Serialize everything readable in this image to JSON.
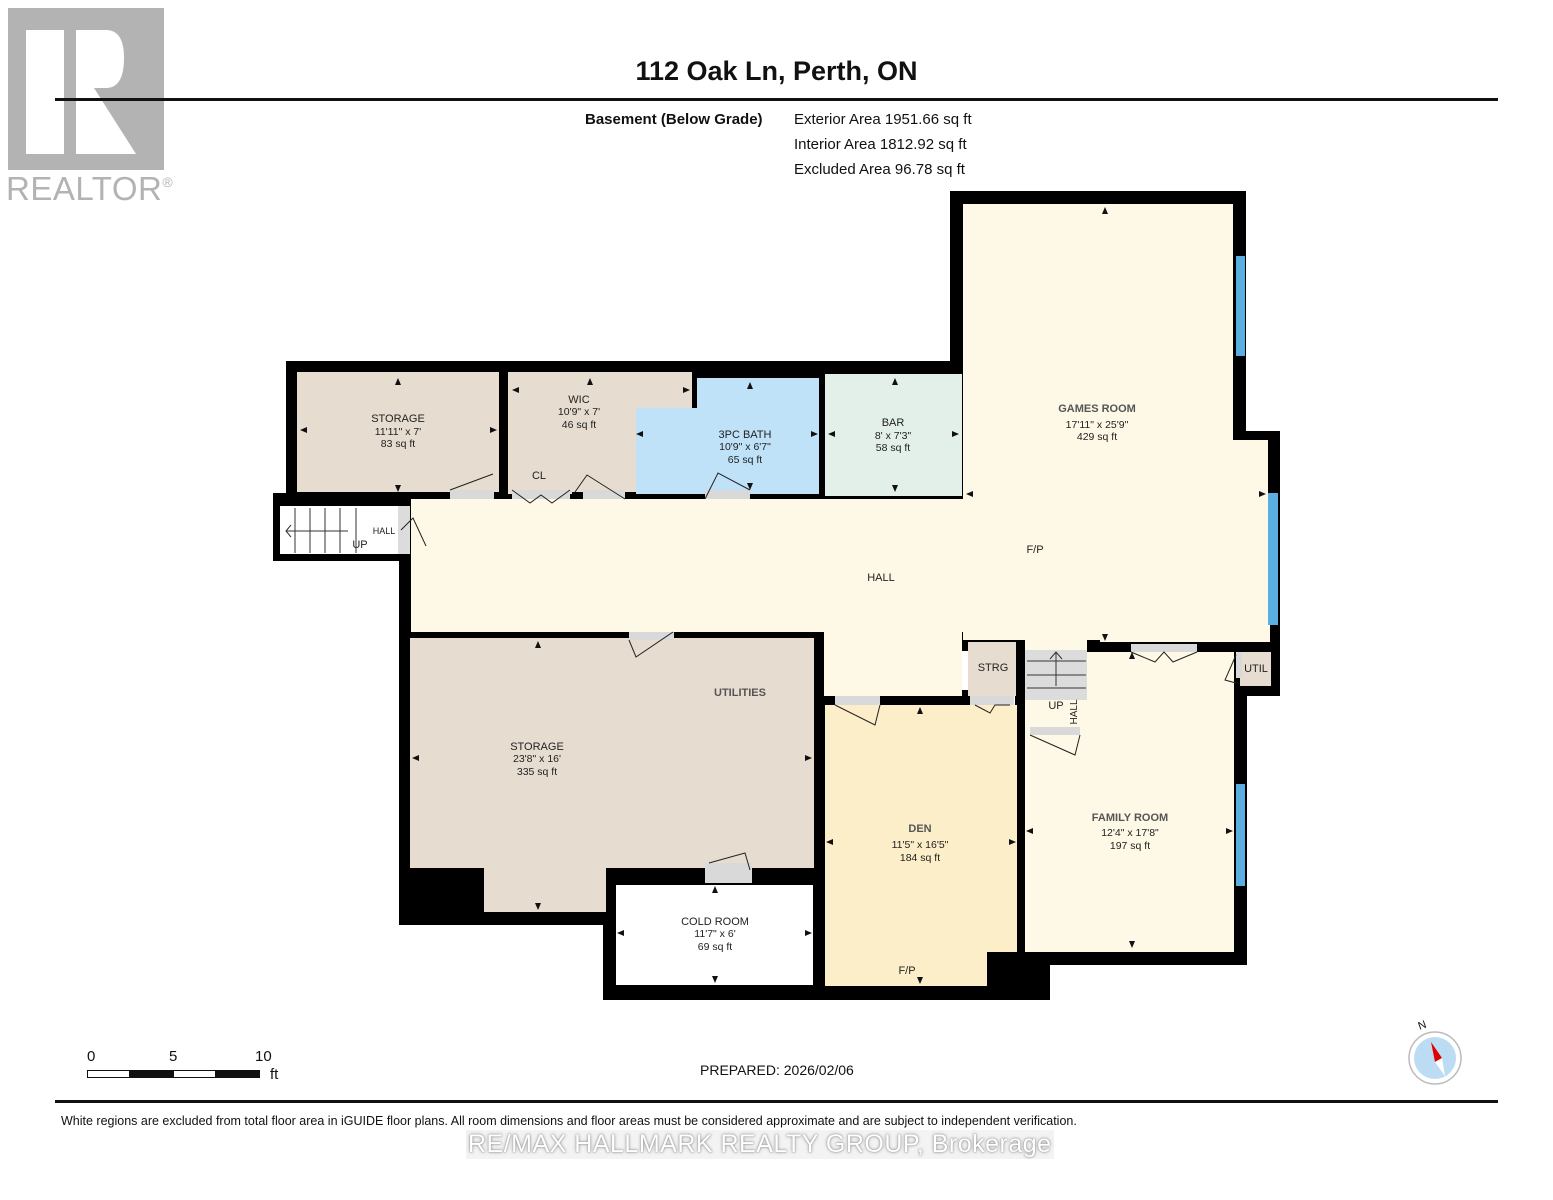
{
  "logo": {
    "brand": "REALTOR",
    "mark": "®",
    "icon": "realtor-r-logo"
  },
  "header": {
    "title": "112 Oak Ln, Perth, ON",
    "level_name": "Basement (Below Grade)",
    "areas": [
      "Exterior Area 1951.66 sq ft",
      "Interior Area 1812.92 sq ft",
      "Excluded Area 96.78 sq ft"
    ]
  },
  "rooms": {
    "storage_small": {
      "name": "STORAGE",
      "dims": "11'11\" x 7'",
      "area": "83 sq ft"
    },
    "wic": {
      "name": "WIC",
      "dims": "10'9\" x 7'",
      "area": "46 sq ft"
    },
    "cl": {
      "name": "CL"
    },
    "bath": {
      "name": "3PC BATH",
      "dims": "10'9\" x 6'7\"",
      "area": "65 sq ft"
    },
    "bar": {
      "name": "BAR",
      "dims": "8' x 7'3\"",
      "area": "58 sq ft"
    },
    "games": {
      "name": "GAMES ROOM",
      "dims": "17'11\" x 25'9\"",
      "area": "429 sq ft"
    },
    "hall_main": {
      "name": "HALL"
    },
    "hall_stair_left": {
      "name": "HALL",
      "stair_label": "UP"
    },
    "fp_games": {
      "name": "F/P"
    },
    "strg": {
      "name": "STRG"
    },
    "hall_stair_right": {
      "name": "HALL",
      "stair_label": "UP"
    },
    "util": {
      "name": "UTIL"
    },
    "utilities": {
      "name": "UTILITIES"
    },
    "storage_large": {
      "name": "STORAGE",
      "dims": "23'8\" x 16'",
      "area": "335 sq ft"
    },
    "cold_room": {
      "name": "COLD ROOM",
      "dims": "11'7\" x 6'",
      "area": "69 sq ft"
    },
    "den": {
      "name": "DEN",
      "dims": "11'5\" x 16'5\"",
      "area": "184 sq ft",
      "fp": "F/P"
    },
    "family": {
      "name": "FAMILY ROOM",
      "dims": "12'4\" x 17'8\"",
      "area": "197 sq ft"
    }
  },
  "colors": {
    "wall": "#000000",
    "hall": "#fef8e6",
    "storage": "#e6ddd0",
    "bath": "#bfe2f8",
    "bar": "#e3f0ea",
    "den": "#fbeec8",
    "excluded": "#ffffff",
    "window": "#5aaee0",
    "door": "#d9d9d9"
  },
  "scale": {
    "ticks": [
      "0",
      "5",
      "10"
    ],
    "unit": "ft"
  },
  "compass": {
    "label": "N",
    "icon": "compass-north-icon"
  },
  "prepared": "PREPARED: 2026/02/06",
  "disclaimer": "White regions are excluded from total floor area in iGUIDE floor plans. All room dimensions and floor areas must be considered approximate and are subject to independent verification.",
  "brokerage": "RE/MAX HALLMARK REALTY GROUP, Brokerage"
}
